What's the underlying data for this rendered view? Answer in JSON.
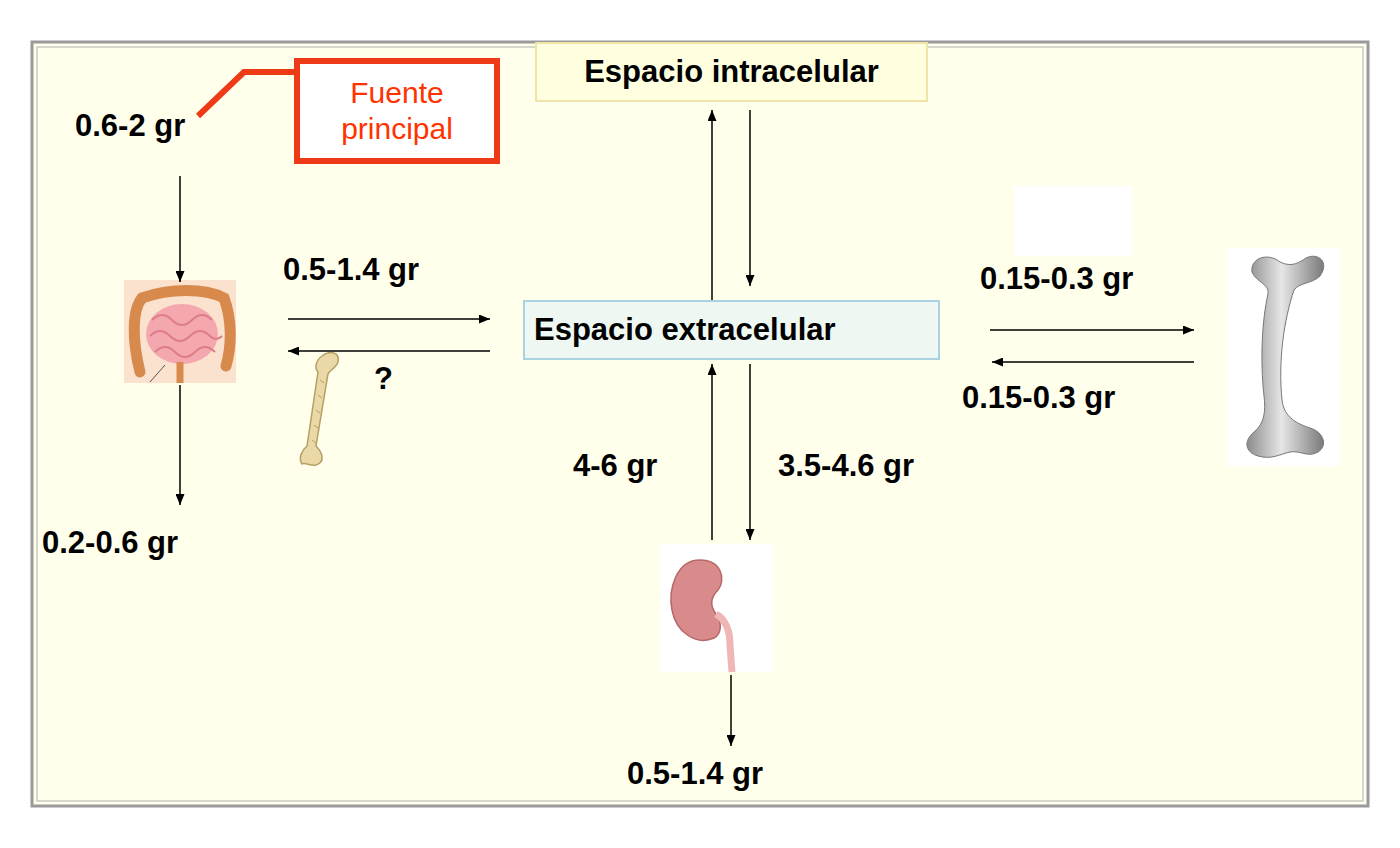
{
  "diagram": {
    "nodes": [
      {
        "text": [
          "Espacio intracelular"
        ]
      },
      {
        "text": [
          "Fuente principal"
        ]
      },
      {
        "text": [
          "Espacio extracelular"
        ]
      }
    ],
    "edges": [
      {
        "from": 2,
        "to": 0,
        "arrow": "to"
      },
      {
        "from": 0,
        "to": 2,
        "arrow": "to"
      }
    ],
    "labels": [
      "0.6-2 gr",
      "0.5-1.4 gr",
      "?",
      "0.15-0.3 gr",
      "0.15-0.3 gr",
      "4-6 gr",
      "3.5-4.6 gr",
      "0.2-0.6 gr",
      "0.5-1.4 gr"
    ]
  }
}
